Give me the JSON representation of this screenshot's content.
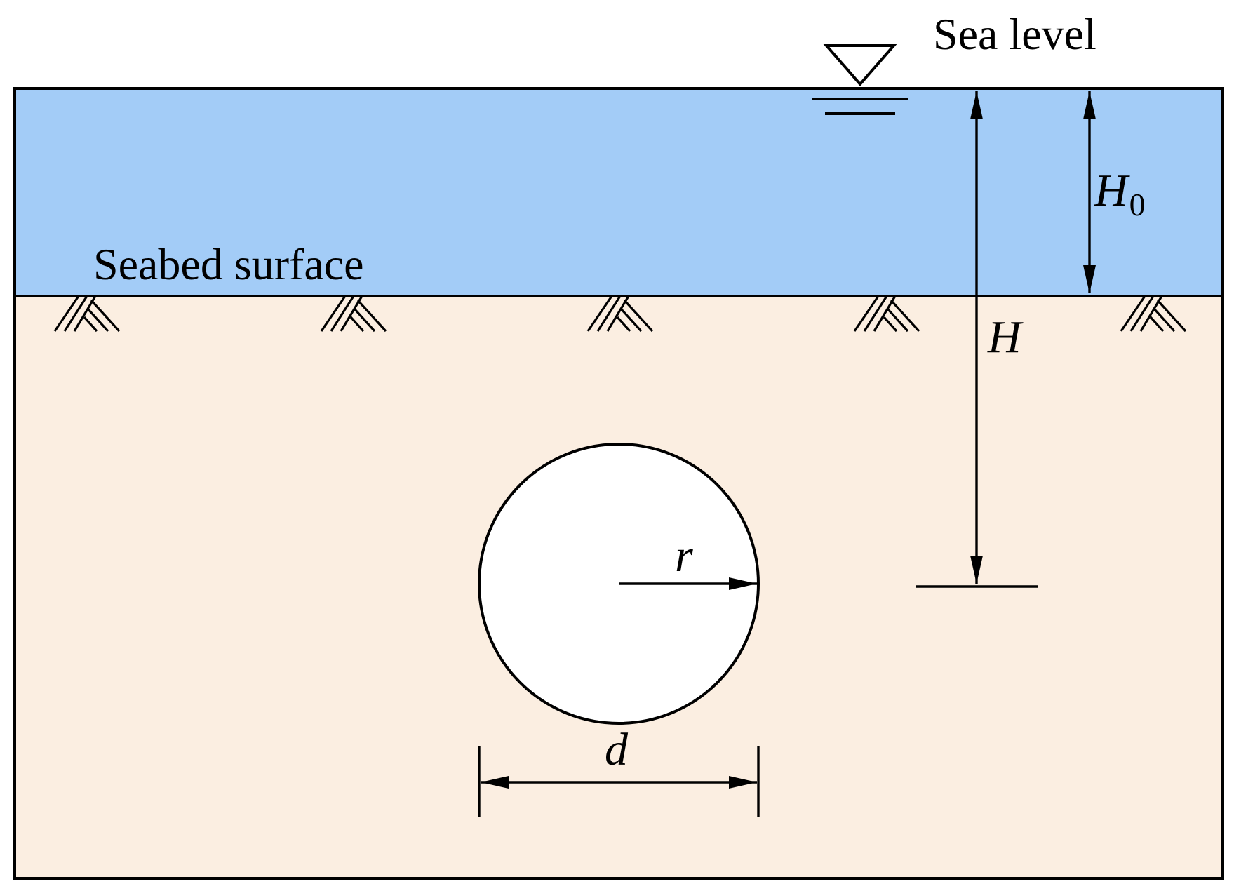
{
  "labels": {
    "sea_level": "Sea level",
    "seabed_surface": "Seabed surface",
    "water_depth": "H",
    "water_depth_subscript": "0",
    "burial_depth": "H",
    "radius": "r",
    "diameter": "d"
  },
  "colors": {
    "water": "#a3ccf7",
    "soil": "#fbeee1",
    "cavity": "#ffffff",
    "line": "#000000"
  },
  "icons": {
    "sea_level_marker": "inverted-triangle-water-level-icon",
    "soil_hatch": "ground-hatch-icon"
  }
}
